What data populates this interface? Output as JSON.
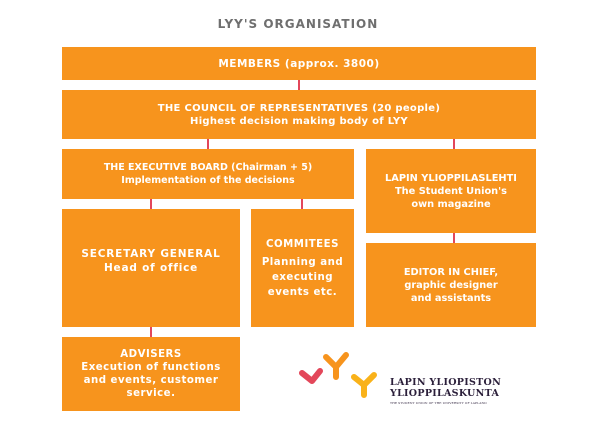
{
  "title": "LYY'S ORGANISATION",
  "members": {
    "label": "MEMBERS (approx. 3800)"
  },
  "council": {
    "line1": "THE COUNCIL OF REPRESENTATIVES (20 people)",
    "line2": "Highest decision making body of LYY"
  },
  "executive_board": {
    "line1": "THE EXECUTIVE BOARD (Chairman + 5)",
    "line2": "Implementation of the decisions"
  },
  "magazine": {
    "line1": "LAPIN YLIOPPILASLEHTI",
    "line2": "The Student Union's",
    "line3": "own magazine"
  },
  "secretary_general": {
    "line1": "SECRETARY GENERAL",
    "line2": "Head of office"
  },
  "committees": {
    "line1": "COMMITEES",
    "line2": "Planning and",
    "line3": "executing",
    "line4": "events etc."
  },
  "editor": {
    "line1": "EDITOR IN CHIEF,",
    "line2": "graphic designer",
    "line3": "and assistants"
  },
  "advisers": {
    "line1": "ADVISERS",
    "line2": "Execution of functions",
    "line3": "and events, customer",
    "line4": "service."
  },
  "logo": {
    "line1": "LAPIN YLIOPISTON",
    "line2": "YLIOPPILASKUNTA",
    "tagline": "THE STUDENT UNION OF THE UNIVERSITY OF LAPLAND"
  },
  "colors": {
    "box": "#f7941d",
    "connector": "#e3475a",
    "title": "#6f6f6f"
  }
}
